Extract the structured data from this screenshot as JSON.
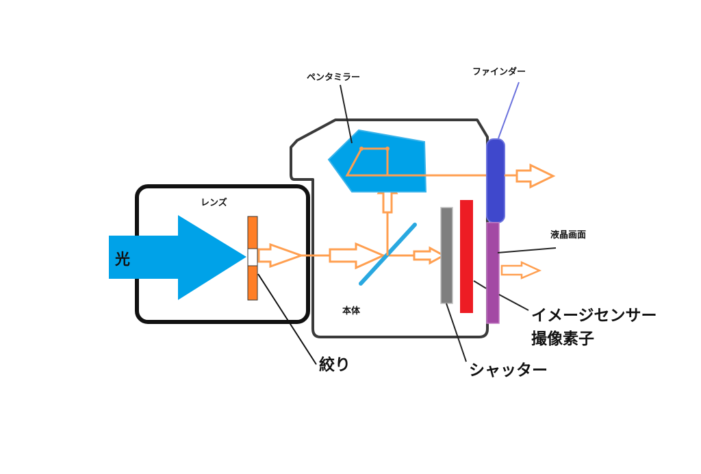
{
  "title": "Camera light path diagram",
  "labels": {
    "light": "光",
    "lens": "レンズ",
    "aperture": "絞り",
    "pentamirror": "ペンタミラー",
    "finder": "ファインダー",
    "body": "本体",
    "lcd": "液晶画面",
    "sensor_line1": "イメージセンサー",
    "sensor_line2": "撮像素子",
    "shutter": "シャッター"
  },
  "colors": {
    "light_blue": "#00a2e8",
    "light_path": "#ff9f50",
    "aperture": "#ff7f27",
    "finder": "#3f48cc",
    "lcd": "#a349a4",
    "sensor": "#ed1c24",
    "shutter": "#7f7f7f",
    "outline": "#3a3a3a"
  }
}
